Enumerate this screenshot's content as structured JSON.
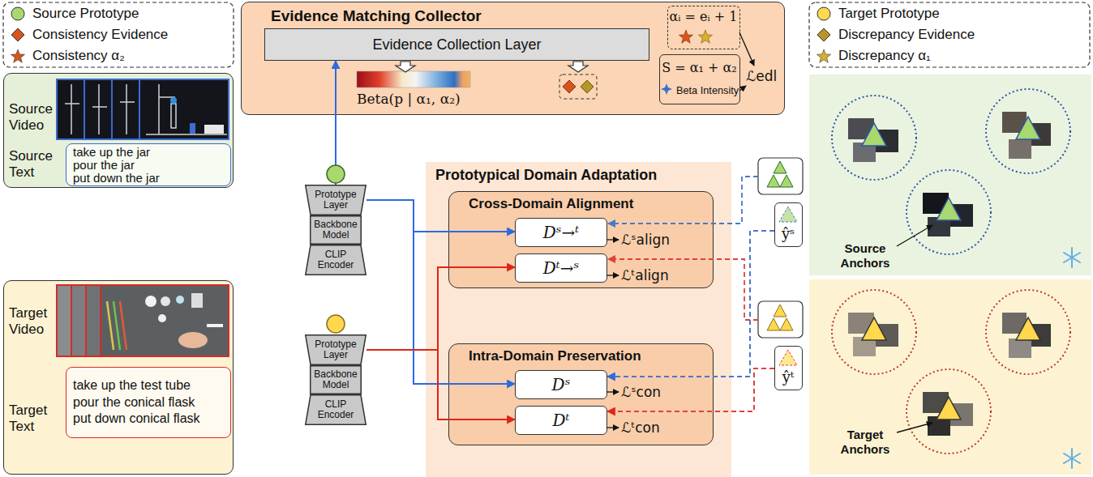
{
  "diagram": {
    "nodes": [
      {
        "text": [
          "Source Video",
          "Source Text"
        ]
      },
      {
        "text": [
          "take up the jar",
          "pour the jar",
          "put down the jar"
        ],
        "in": 0
      },
      {
        "text": [
          "Target Video",
          "Target Text"
        ]
      },
      {
        "text": [
          "take up the test tube",
          "pour the conical flask",
          "put down conical flask"
        ],
        "in": 2
      },
      {
        "text": [
          "Evidence Matching Collector"
        ]
      },
      {
        "text": [
          "Evidence Collection Layer"
        ],
        "in": 4
      },
      {
        "text": [
          "αᵢ = eᵢ + 1"
        ],
        "in": 4
      },
      {
        "text": [
          "S = α₁ + α₂",
          "Beta Intensity"
        ],
        "in": 4
      },
      {
        "text": [
          "Prototype Layer"
        ]
      },
      {
        "text": [
          "Backbone Model"
        ]
      },
      {
        "text": [
          "CLIP Encoder"
        ]
      },
      {
        "text": [
          "Prototype Layer"
        ]
      },
      {
        "text": [
          "Backbone Model"
        ]
      },
      {
        "text": [
          "CLIP Encoder"
        ]
      },
      {
        "text": [
          "Prototypical Domain Adaptation"
        ]
      },
      {
        "text": [
          "Cross-Domain Alignment"
        ],
        "in": 14
      },
      {
        "text": [
          "Dˢ→ᵗ"
        ],
        "in": 15
      },
      {
        "text": [
          "Dᵗ→ˢ"
        ],
        "in": 15
      },
      {
        "text": [
          "Intra-Domain Preservation"
        ],
        "in": 14
      },
      {
        "text": [
          "Dˢ"
        ],
        "in": 18
      },
      {
        "text": [
          "Dᵗ"
        ],
        "in": 18
      },
      {
        "text": [
          "ŷˢ"
        ]
      },
      {
        "text": [
          "Source Anchors"
        ]
      },
      {
        "text": [
          "ŷᵗ"
        ]
      },
      {
        "text": [
          "Target Anchors"
        ]
      }
    ],
    "edges": [
      {
        "from": 8,
        "to": 5,
        "arrow": "to"
      },
      {
        "from": 8,
        "to": 16,
        "arrow": "to"
      },
      {
        "from": 8,
        "to": 19,
        "arrow": "to"
      },
      {
        "from": 11,
        "to": 17,
        "arrow": "to"
      },
      {
        "from": 11,
        "to": 20,
        "arrow": "to"
      },
      {
        "from": 21,
        "to": 19,
        "arrow": "to"
      },
      {
        "from": 23,
        "to": 20,
        "arrow": "to"
      }
    ],
    "labels": [
      "Beta(p | α₁, α₂)",
      "ℒedl",
      "ℒˢalign",
      "ℒᵗalign",
      "ℒˢcon",
      "ℒᵗcon"
    ],
    "legend": [
      {
        "text": "Source Prototype",
        "color": "#a8d86e"
      },
      {
        "text": "Consistency Evidence",
        "color": "#d4561c"
      },
      {
        "text": "Consistency α₂",
        "color": "#d9541e"
      },
      {
        "text": "Target Prototype",
        "color": "#ffd84d"
      },
      {
        "text": "Discrepancy Evidence",
        "color": "#b8962a"
      },
      {
        "text": "Discrepancy α₁",
        "color": "#d9b02a"
      }
    ]
  }
}
